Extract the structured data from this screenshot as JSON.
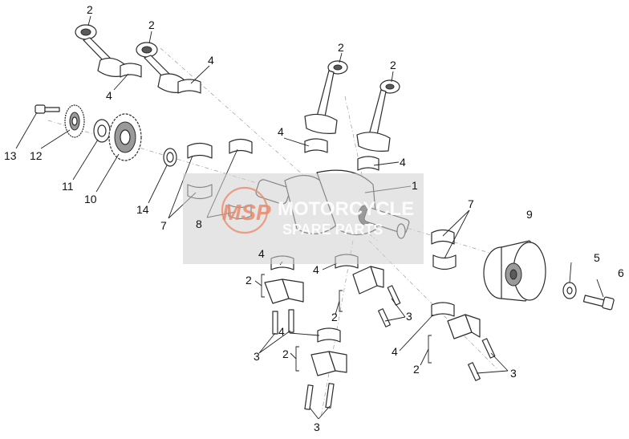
{
  "diagram": {
    "callouts": [
      {
        "id": "c2a",
        "label": "2"
      },
      {
        "id": "c2b",
        "label": "2"
      },
      {
        "id": "c4a",
        "label": "4"
      },
      {
        "id": "c4b",
        "label": "4"
      },
      {
        "id": "c2c",
        "label": "2"
      },
      {
        "id": "c2d",
        "label": "2"
      },
      {
        "id": "c4c",
        "label": "4"
      },
      {
        "id": "c4d",
        "label": "4"
      },
      {
        "id": "c13",
        "label": "13"
      },
      {
        "id": "c12",
        "label": "12"
      },
      {
        "id": "c11",
        "label": "11"
      },
      {
        "id": "c10",
        "label": "10"
      },
      {
        "id": "c14",
        "label": "14"
      },
      {
        "id": "c7a",
        "label": "7"
      },
      {
        "id": "c8",
        "label": "8"
      },
      {
        "id": "c1",
        "label": "1"
      },
      {
        "id": "c7b",
        "label": "7"
      },
      {
        "id": "c9",
        "label": "9"
      },
      {
        "id": "c5",
        "label": "5"
      },
      {
        "id": "c6",
        "label": "6"
      },
      {
        "id": "c4e",
        "label": "4"
      },
      {
        "id": "c2e",
        "label": "2"
      },
      {
        "id": "c4f",
        "label": "4"
      },
      {
        "id": "c2f",
        "label": "2"
      },
      {
        "id": "c3a",
        "label": "3"
      },
      {
        "id": "c4g",
        "label": "4"
      },
      {
        "id": "c2g",
        "label": "2"
      },
      {
        "id": "c3b",
        "label": "3"
      },
      {
        "id": "c4h",
        "label": "4"
      },
      {
        "id": "c2h",
        "label": "2"
      },
      {
        "id": "c3c",
        "label": "3"
      },
      {
        "id": "c3d",
        "label": "3"
      }
    ]
  },
  "watermark": {
    "logo_text": "MSP",
    "line1": "MOTORCYCLE",
    "line2": "SPARE PARTS"
  },
  "colors": {
    "watermark_accent": "#e98b6d",
    "watermark_box": "#d0d0d0"
  }
}
